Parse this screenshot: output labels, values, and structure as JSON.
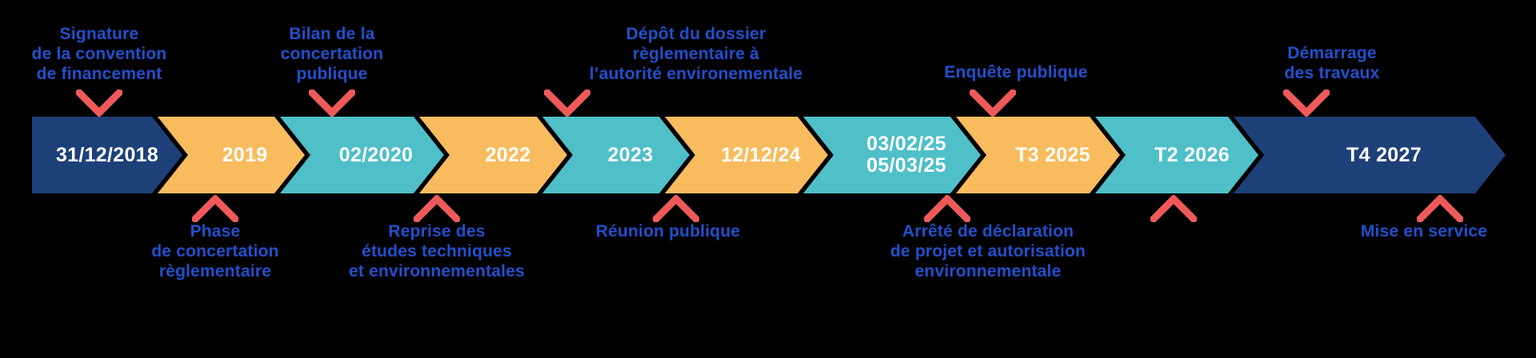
{
  "colors": {
    "background": "#000000",
    "navy": "#1E4078",
    "orange": "#F8BC5E",
    "teal": "#4FBFC8",
    "red_pointer": "#EE5A5A",
    "label_blue": "#2250CC",
    "segment_text": "#FFFFFF"
  },
  "segments": [
    {
      "id": "seg-1",
      "label": "31/12/2018",
      "color_name": "navy"
    },
    {
      "id": "seg-2",
      "label": "2019",
      "color_name": "orange"
    },
    {
      "id": "seg-3",
      "label": "02/2020",
      "color_name": "teal"
    },
    {
      "id": "seg-4",
      "label": "2022",
      "color_name": "orange"
    },
    {
      "id": "seg-5",
      "label": "2023",
      "color_name": "teal"
    },
    {
      "id": "seg-6",
      "label": "12/12/24",
      "color_name": "orange"
    },
    {
      "id": "seg-7",
      "label": "03/02/25\n05/03/25",
      "color_name": "teal"
    },
    {
      "id": "seg-8",
      "label": "T3 2025",
      "color_name": "orange"
    },
    {
      "id": "seg-9",
      "label": "T2 2026",
      "color_name": "teal"
    },
    {
      "id": "seg-10",
      "label": "T4 2027",
      "color_name": "navy"
    }
  ],
  "annotations_top": [
    {
      "id": "ann-top-1",
      "text": "Signature\nde la convention\nde financement"
    },
    {
      "id": "ann-top-2",
      "text": "Bilan de la\nconcertation\npublique"
    },
    {
      "id": "ann-top-3",
      "text": "Dépôt du dossier\nrèglementaire à\nl’autorité environementale"
    },
    {
      "id": "ann-top-4",
      "text": "Enquête publique"
    },
    {
      "id": "ann-top-5",
      "text": "Démarrage\ndes travaux"
    }
  ],
  "annotations_bottom": [
    {
      "id": "ann-bot-1",
      "text": "Phase\nde concertation\nrèglementaire"
    },
    {
      "id": "ann-bot-2",
      "text": "Reprise des\nétudes techniques\net environnementales"
    },
    {
      "id": "ann-bot-3",
      "text": "Réunion publique"
    },
    {
      "id": "ann-bot-4",
      "text": "Arrêté de déclaration\nde projet et autorisation\nenvironnementale"
    },
    {
      "id": "ann-bot-5",
      "text": "Mise en service"
    }
  ]
}
